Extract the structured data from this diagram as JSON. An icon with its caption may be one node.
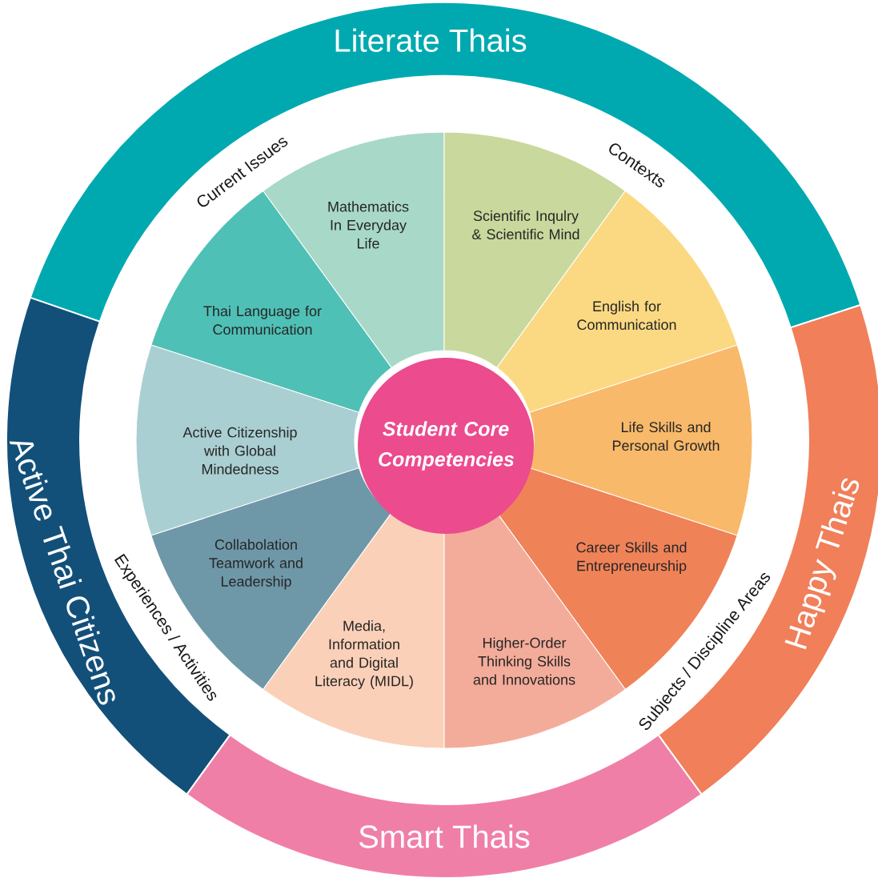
{
  "diagram": {
    "nodes": [
      {
        "text": [
          "Literate Thais"
        ]
      },
      {
        "text": [
          "Active Thai Citizens"
        ]
      },
      {
        "text": [
          "Happy Thais"
        ]
      },
      {
        "text": [
          "Smart Thais"
        ]
      },
      {
        "text": [
          "Mathematics In Everyday Life"
        ]
      },
      {
        "text": [
          "Scientific Inqulry & Scientific Mind"
        ]
      },
      {
        "text": [
          "Thai Language for Communication"
        ]
      },
      {
        "text": [
          "English for Communication"
        ]
      },
      {
        "text": [
          "Active Citizenship with Global Mindedness"
        ]
      },
      {
        "text": [
          "Student Core Competencies"
        ]
      },
      {
        "text": [
          "Life Skills and Personal Growth"
        ]
      },
      {
        "text": [
          "Collabolation Teamwork and Leadership"
        ]
      },
      {
        "text": [
          "Career Skills and Entrepreneurship"
        ]
      },
      {
        "text": [
          "Media, Information and Digital Literacy (MIDL)"
        ]
      },
      {
        "text": [
          "Higher-Order Thinking Skills and Innovations"
        ]
      }
    ],
    "labels": [
      "Current Issues",
      "Contexts",
      "Experiences / Activities",
      "Subjects / Discipline Areas"
    ]
  }
}
